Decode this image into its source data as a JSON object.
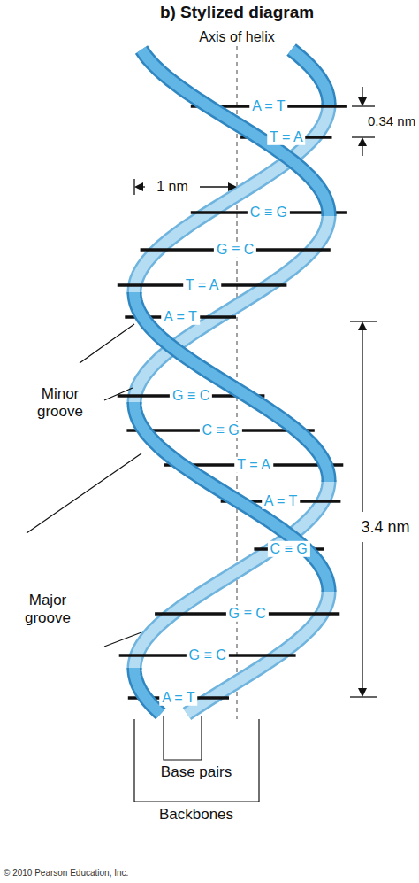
{
  "diagram": {
    "title": "b) Stylized diagram",
    "caption": "© 2010 Pearson Education, Inc.",
    "labels": [
      "Axis of helix",
      "0.34 nm",
      "1 nm",
      "A = T",
      "T = A",
      "C ≡ G",
      "G ≡ C",
      "T = A",
      "A = T",
      "G ≡ C",
      "C ≡ G",
      "T = A",
      "A = T",
      "C ≡ G",
      "G ≡ C",
      "G ≡ C",
      "A = T",
      "Minor groove",
      "Major groove",
      "3.4 nm",
      "Base pairs",
      "Backbones"
    ]
  }
}
